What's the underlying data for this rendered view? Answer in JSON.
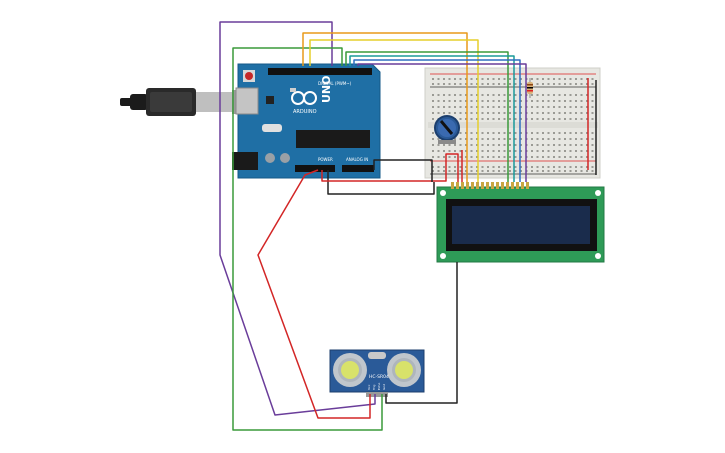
{
  "arduino": {
    "brand": "ARDUINO",
    "model": "UNO",
    "digital_label": "DIGITAL (PWM~)",
    "power_label": "POWER",
    "analog_label": "ANALOG IN"
  },
  "sensor": {
    "model": "HC-SR04",
    "pins": [
      "Vcc",
      "Trig",
      "Echo",
      "Gnd"
    ]
  },
  "colors": {
    "board": "#1f6fa5",
    "breadboard": "#e7e7e2",
    "lcd_pcb": "#2e9b57",
    "lcd_screen": "#1a2c4c",
    "wire_red": "#d32626",
    "wire_black": "#222222",
    "wire_green": "#3a9a3a",
    "wire_purple": "#6a3d9a",
    "wire_orange": "#e89a1a",
    "wire_yellow": "#e5cf2b",
    "wire_blue": "#2f6ec0",
    "wire_teal": "#1a9a9a"
  }
}
